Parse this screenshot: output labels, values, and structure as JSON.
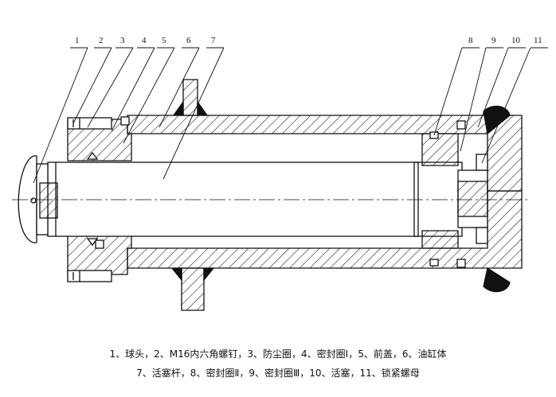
{
  "callouts": [
    {
      "num": "1"
    },
    {
      "num": "2"
    },
    {
      "num": "3"
    },
    {
      "num": "4"
    },
    {
      "num": "5"
    },
    {
      "num": "6"
    },
    {
      "num": "7"
    },
    {
      "num": "8"
    },
    {
      "num": "9"
    },
    {
      "num": "10"
    },
    {
      "num": "11"
    }
  ],
  "legend": {
    "line1": "1、球头，2、M16内六角螺钉，3、防尘圈，4、密封圈Ⅰ，5、前盖，6、油缸体",
    "line2": "7、活塞杆，8、密封圈Ⅱ，9、密封圈Ⅲ，10、活塞，11、锁紧螺母"
  },
  "colors": {
    "ink": "#111111",
    "background": "#ffffff"
  }
}
